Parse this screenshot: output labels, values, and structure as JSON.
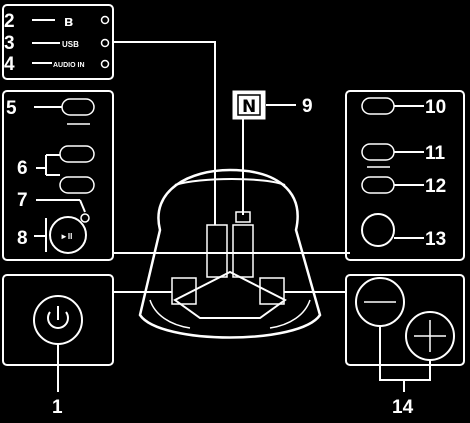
{
  "callouts": {
    "c1": "1",
    "c2": "2",
    "c3": "3",
    "c4": "4",
    "c5": "5",
    "c6": "6",
    "c7": "7",
    "c8": "8",
    "c9": "9",
    "c10": "10",
    "c11": "11",
    "c12": "12",
    "c13": "13",
    "c14": "14"
  },
  "labels": {
    "usb": "USB",
    "audio_in": "AUDIO IN",
    "nfc": "N"
  },
  "colors": {
    "background": "#000000",
    "line": "#ffffff"
  }
}
